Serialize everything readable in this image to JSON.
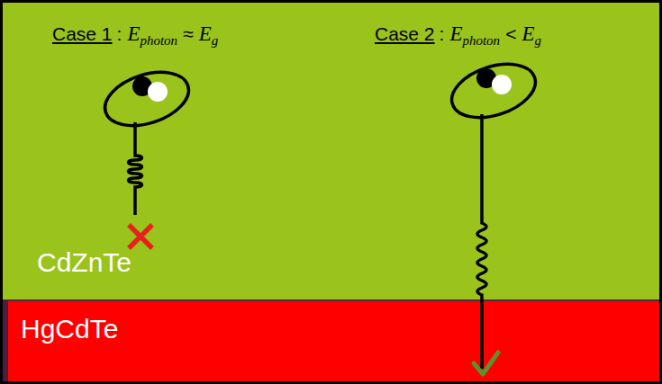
{
  "diagram": {
    "nodes": [
      {
        "text": [
          "CdZnTe"
        ]
      },
      {
        "text": [
          "HgCdTe"
        ]
      }
    ],
    "labels": [
      "Case 1",
      ":",
      "E",
      "photon",
      "≈",
      "E",
      "g",
      "Case 2",
      ":",
      "E",
      "photon",
      "<",
      "E",
      "g"
    ]
  }
}
